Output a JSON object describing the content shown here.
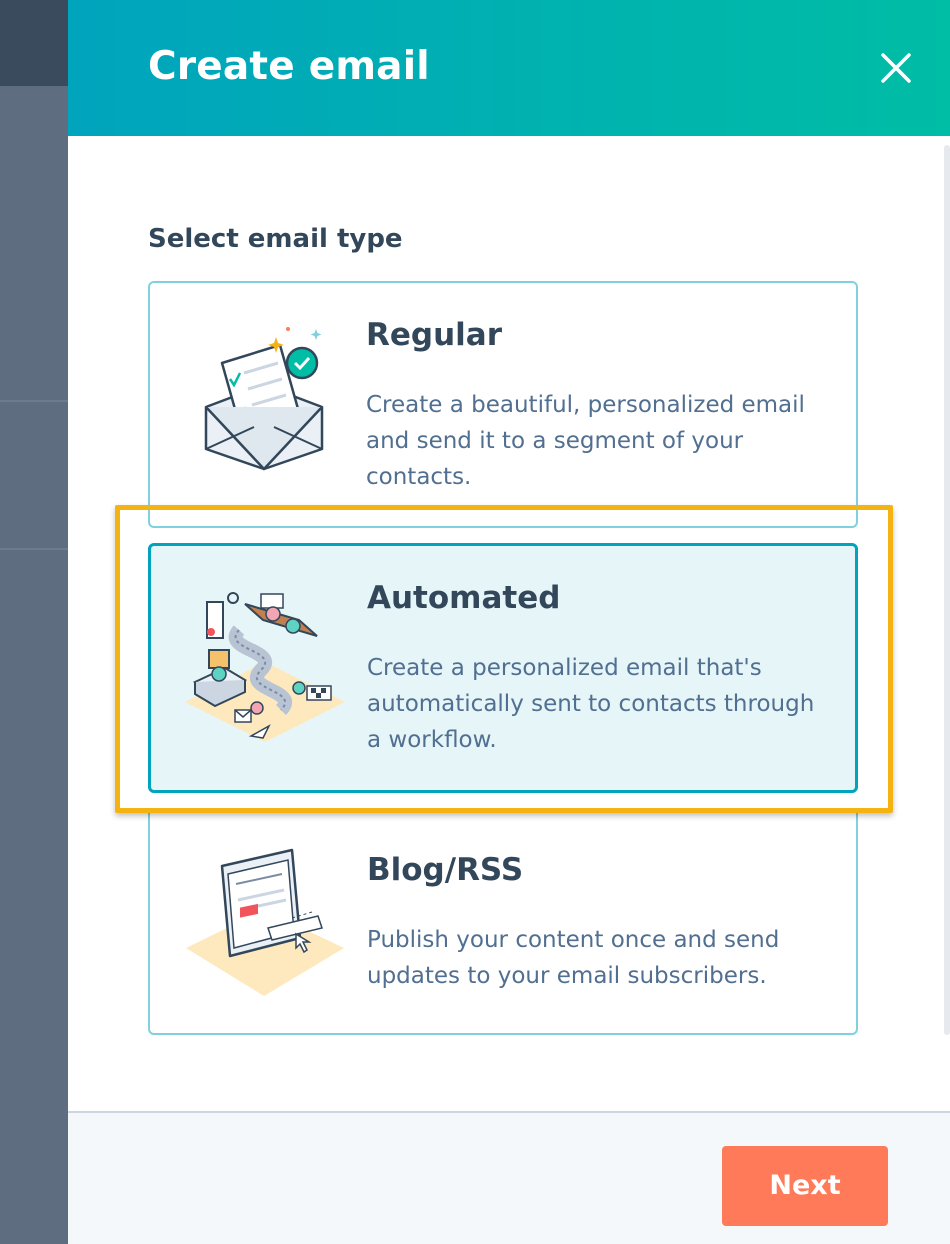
{
  "modal": {
    "title": "Create email",
    "close_icon": "close-icon",
    "section_label": "Select email type",
    "options": [
      {
        "title": "Regular",
        "description": "Create a beautiful, personalized email and send it to a segment of your contacts.",
        "icon": "envelope-checklist-illustration"
      },
      {
        "title": "Automated",
        "description": "Create a personalized email that's automatically sent to contacts through a workflow.",
        "icon": "workflow-machine-illustration",
        "selected": true
      },
      {
        "title": "Blog/RSS",
        "description": "Publish your content once and send updates to your email subscribers.",
        "icon": "blog-screen-illustration"
      }
    ],
    "next_label": "Next"
  },
  "colors": {
    "header_start": "#00a4bd",
    "header_end": "#00bda5",
    "selected_border": "#00a4bd",
    "selected_bg": "#e5f5f8",
    "highlight": "#f5b312",
    "next_button": "#ff7a59"
  }
}
